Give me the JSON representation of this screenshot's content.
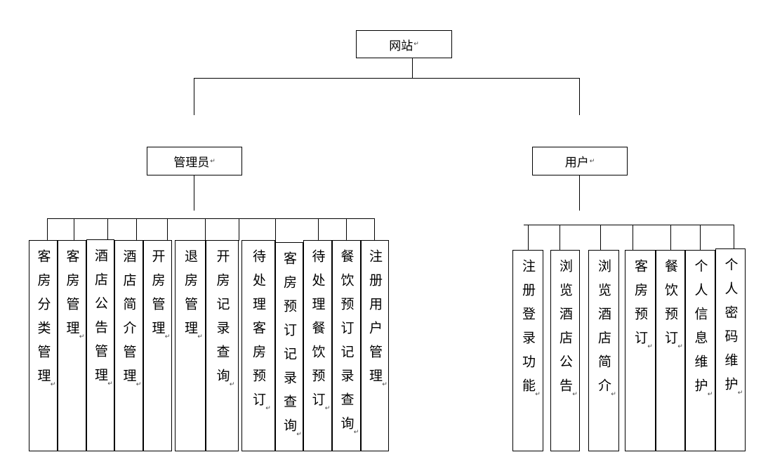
{
  "root": {
    "label": "网站"
  },
  "groups": [
    {
      "label": "管理员",
      "items": [
        "客房分类管理",
        "客房管理",
        "酒店公告管理",
        "酒店简介管理",
        "开房管理",
        "退房管理",
        "开房记录查询",
        "待处理客房预订",
        "客房预订记录查询",
        "待处理餐饮预订",
        "餐饮预订记录查询",
        "注册用户管理"
      ]
    },
    {
      "label": "用户",
      "items": [
        "注册登录功能",
        "浏览酒店公告",
        "浏览酒店简介",
        "客房预订",
        "餐饮预订",
        "个人信息维护",
        "个人密码维护"
      ]
    }
  ]
}
